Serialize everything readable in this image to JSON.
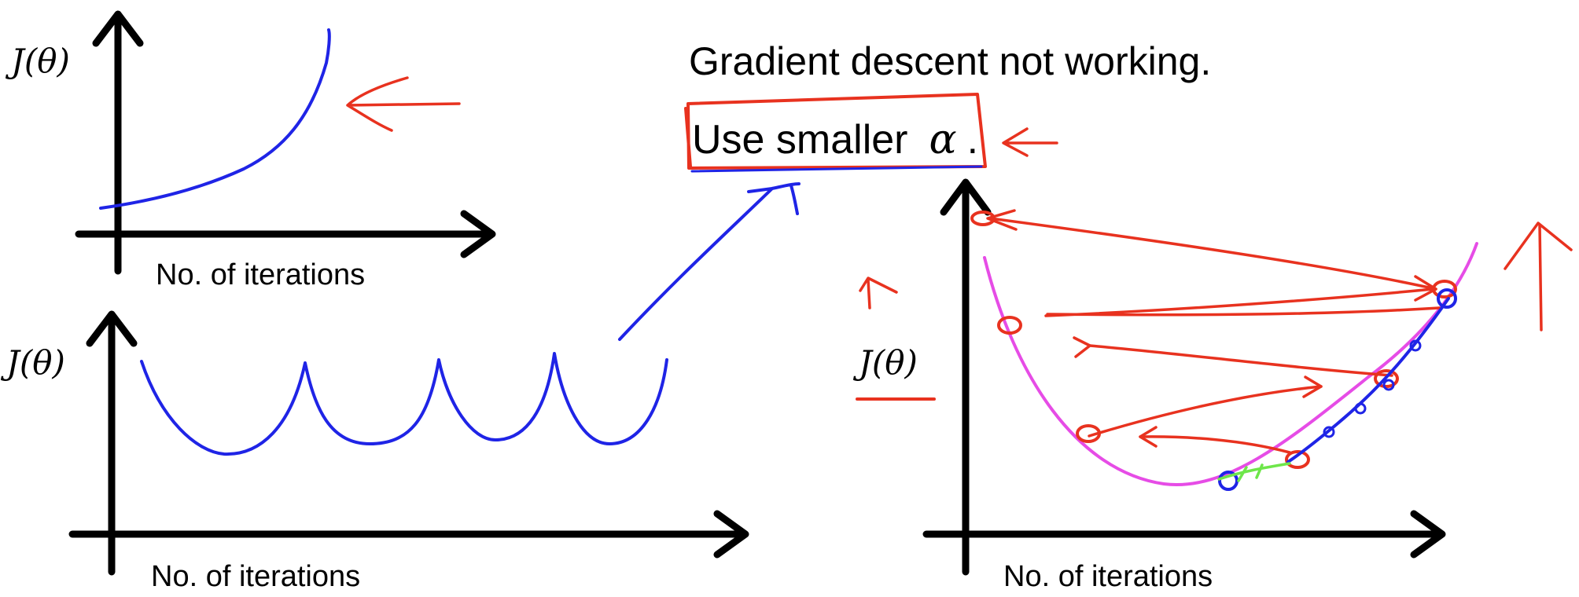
{
  "headline": "Gradient descent not working.",
  "advice": {
    "prefix": "Use smaller",
    "symbol": "α",
    "suffix": "."
  },
  "plots": {
    "top_left": {
      "ylabel": "J(θ)",
      "xlabel": "No. of iterations"
    },
    "bottom_left": {
      "ylabel": "J(θ)",
      "xlabel": "No. of iterations"
    },
    "right": {
      "ylabel": "J(θ)",
      "xlabel": "No. of iterations"
    }
  },
  "colors": {
    "ink": "#000000",
    "curve": "#1f24e6",
    "annotation": "#e8321f",
    "cost_surface": "#e64ce6",
    "small_steps": "#6ee64a"
  }
}
